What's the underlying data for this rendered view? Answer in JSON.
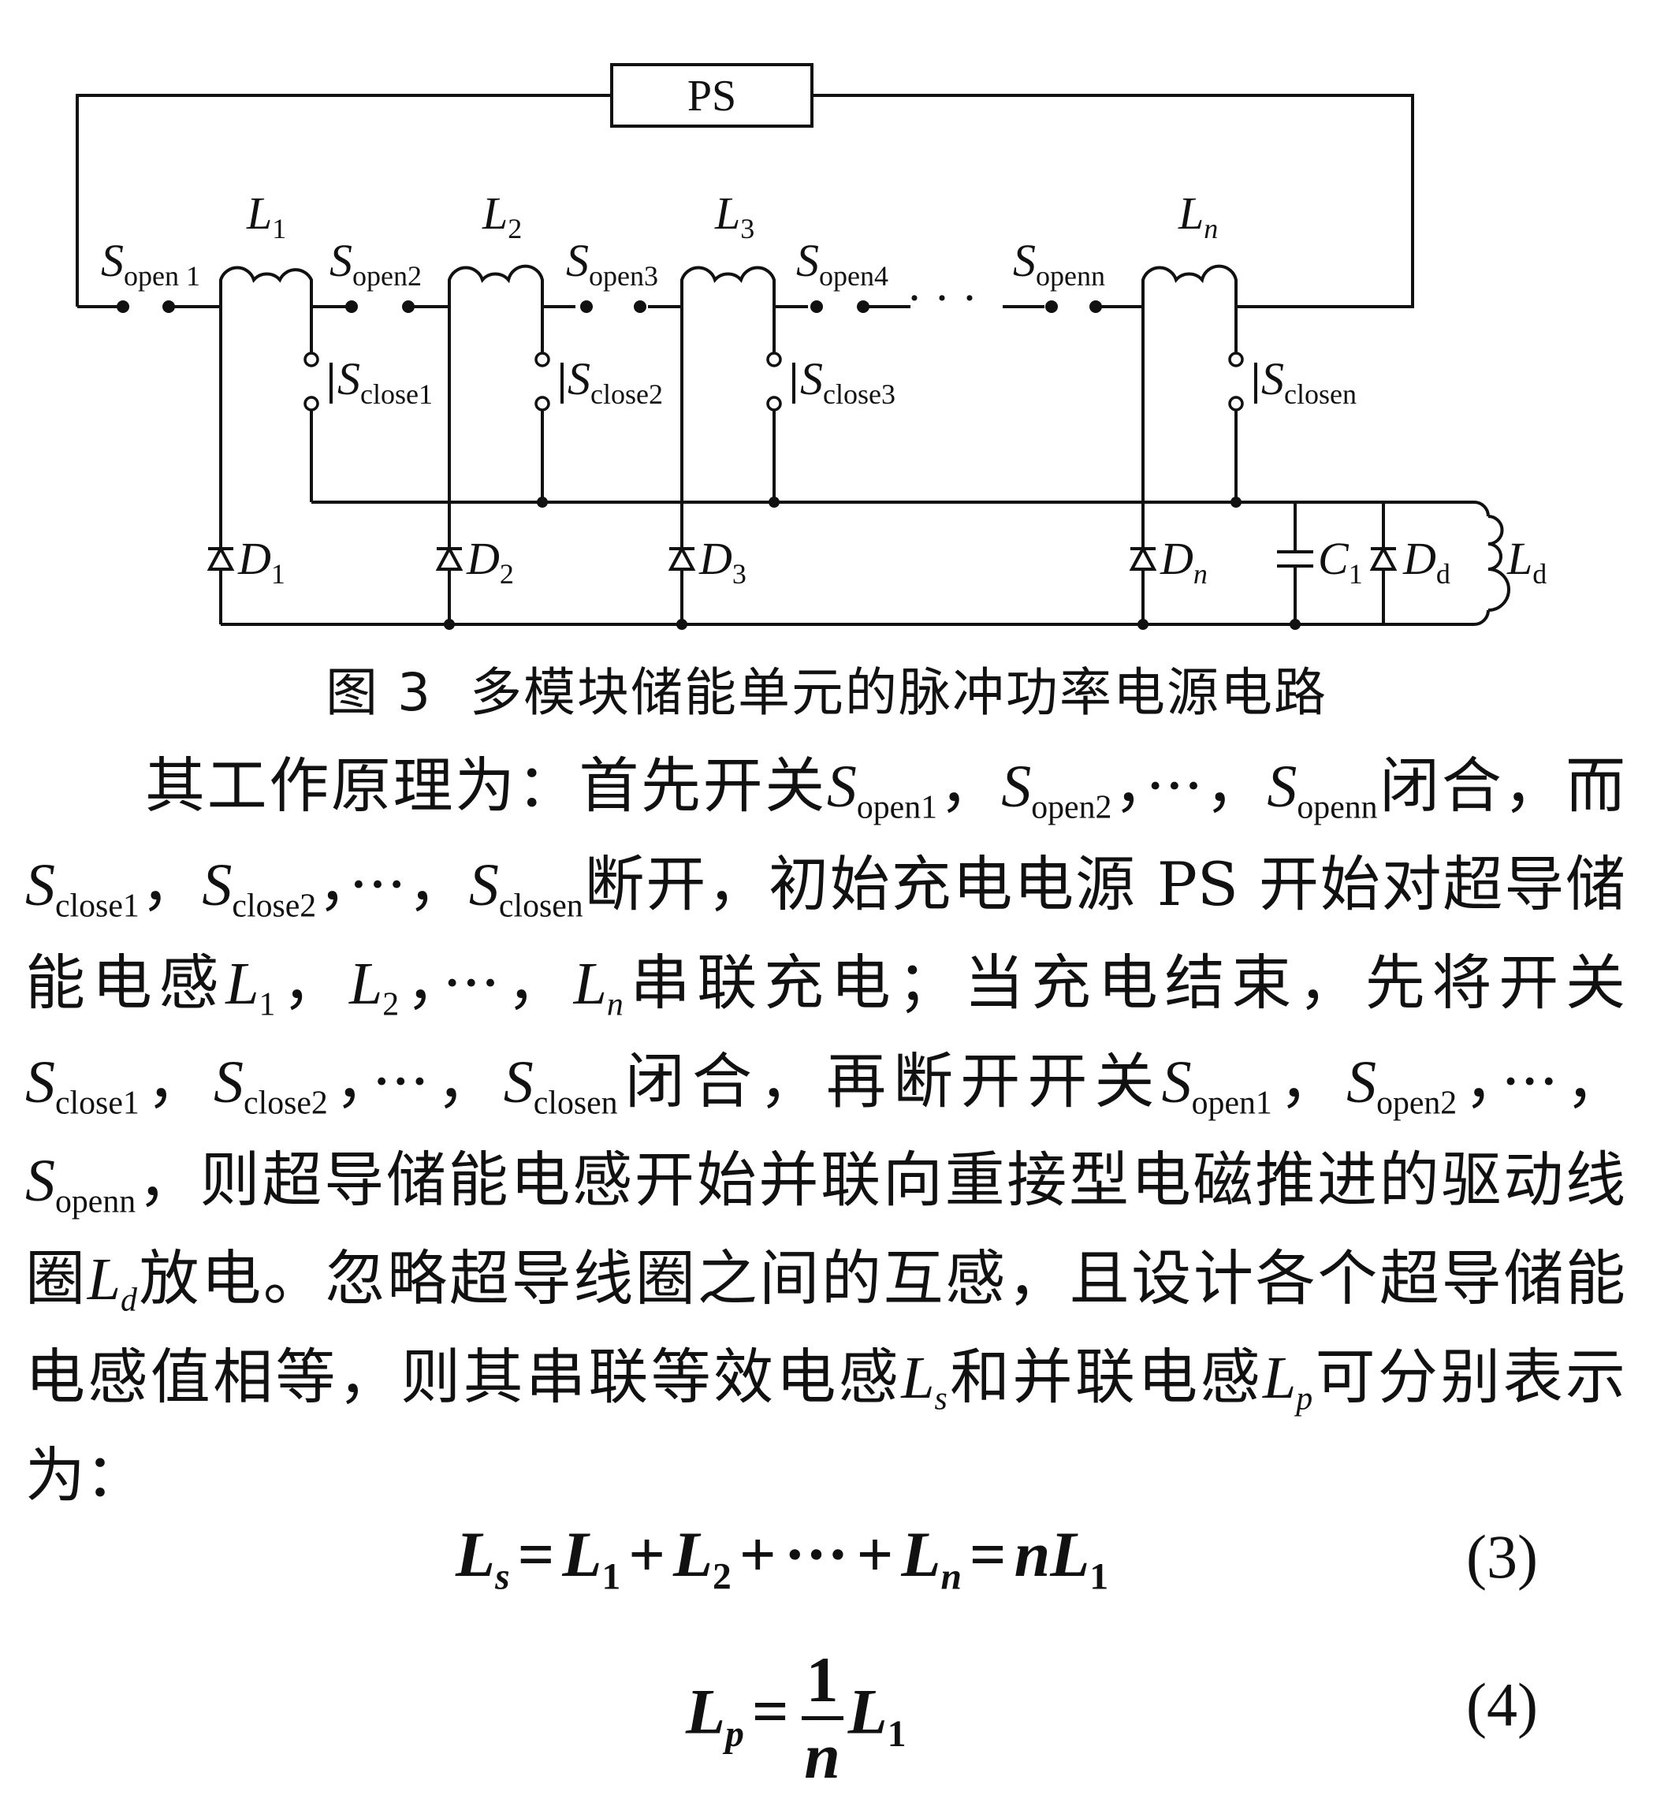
{
  "figure": {
    "power_supply": "PS",
    "inductors": [
      {
        "sym": "L",
        "sub": "1"
      },
      {
        "sym": "L",
        "sub": "2"
      },
      {
        "sym": "L",
        "sub": "3"
      },
      {
        "sym": "L",
        "sub": "n"
      }
    ],
    "open_switches": [
      {
        "sym": "S",
        "sub": "open 1"
      },
      {
        "sym": "S",
        "sub": "open2"
      },
      {
        "sym": "S",
        "sub": "open3"
      },
      {
        "sym": "S",
        "sub": "open4"
      },
      {
        "sym": "S",
        "sub": "openn"
      }
    ],
    "close_switches": [
      {
        "sym": "S",
        "sub": "close1"
      },
      {
        "sym": "S",
        "sub": "close2"
      },
      {
        "sym": "S",
        "sub": "close3"
      },
      {
        "sym": "S",
        "sub": "closen"
      }
    ],
    "diodes": [
      {
        "sym": "D",
        "sub": "1"
      },
      {
        "sym": "D",
        "sub": "2"
      },
      {
        "sym": "D",
        "sub": "3"
      },
      {
        "sym": "D",
        "sub": "n"
      }
    ],
    "capacitor": {
      "sym": "C",
      "sub": "1"
    },
    "diode_d": {
      "sym": "D",
      "sub": "d"
    },
    "load": {
      "sym": "L",
      "sub": "d"
    },
    "ellipsis": "· · ·",
    "caption_number": "图 3",
    "caption_text": "多模块储能单元的脉冲功率电源电路"
  },
  "paragraph": {
    "t1": "其工作原理为：首先开关",
    "t2": "闭合，而",
    "t3": "断开，初始充电电源 PS 开始对超导储能电感",
    "t4": "串联充电；当充电结束，先将开关",
    "t5": "闭合，再断开开关",
    "t6": "，则超导储能电感开始并联向重接型电磁推进的驱动线圈",
    "t7": "放电。忽略超导线圈之间的互感，且设计各个超导储能电感值相等，则其串联等效电感",
    "t8": "和并联电感",
    "t9": "可分别表示为：",
    "sep": "，",
    "ellipsis": "···",
    "sym_S": "S",
    "sym_L": "L",
    "open1": "open1",
    "open2": "open2",
    "openn": "openn",
    "close1": "close1",
    "close2": "close2",
    "closen": "closen",
    "one": "1",
    "two": "2",
    "n": "n",
    "d": "d",
    "s": "s",
    "p": "p"
  },
  "equations": [
    {
      "number": "(3)"
    },
    {
      "number": "(4)"
    }
  ],
  "eq_tokens": {
    "L": "L",
    "s": "s",
    "p": "p",
    "one": "1",
    "two": "2",
    "n": "n",
    "eq": "=",
    "plus": "+",
    "cdots": "···",
    "nL": "nL"
  }
}
